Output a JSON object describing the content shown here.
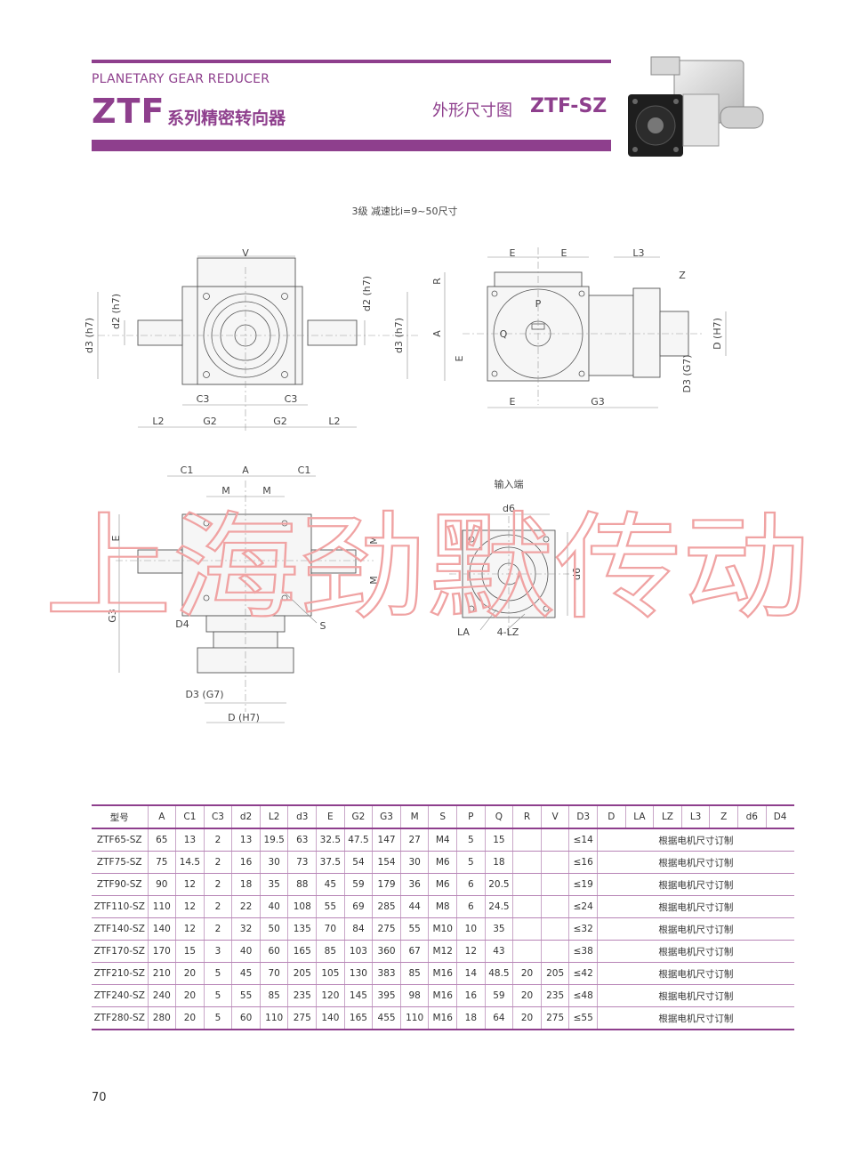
{
  "header": {
    "series_en": "PLANETARY GEAR REDUCER",
    "series_code": "ZTF",
    "series_cn": "系列精密转向器",
    "drawing_label": "外形尺寸图",
    "drawing_model": "ZTF-SZ"
  },
  "drawings": {
    "stage_note": "3级  减速比i=9~50尺寸",
    "input_end_label": "输入端",
    "dims": {
      "V": "V",
      "E": "E",
      "L3": "L3",
      "R": "R",
      "Z": "Z",
      "P": "P",
      "Q": "Q",
      "A": "A",
      "d2h7": "d2 (h7)",
      "d3h7": "d3 (h7)",
      "DH7": "D (H7)",
      "D3G7": "D3 (G7)",
      "C3": "C3",
      "L2": "L2",
      "G2": "G2",
      "G3": "G3",
      "C1": "C1",
      "M": "M",
      "S": "S",
      "D4": "D4",
      "D3G7b": "D3 (G7)",
      "DH7b": "D (H7)",
      "d6": "d6",
      "LA": "LA",
      "LZ4": "4-LZ"
    }
  },
  "watermark": "上海劲默传动",
  "table": {
    "headers": [
      "型号",
      "A",
      "C1",
      "C3",
      "d2",
      "L2",
      "d3",
      "E",
      "G2",
      "G3",
      "M",
      "S",
      "P",
      "Q",
      "R",
      "V",
      "D3",
      "D",
      "LA",
      "LZ",
      "L3",
      "Z",
      "d6",
      "D4"
    ],
    "custom_note": "根据电机尺寸订制",
    "rows": [
      [
        "ZTF65-SZ",
        "65",
        "13",
        "2",
        "13",
        "19.5",
        "63",
        "32.5",
        "47.5",
        "147",
        "27",
        "M4",
        "5",
        "15",
        "",
        "",
        "≤14"
      ],
      [
        "ZTF75-SZ",
        "75",
        "14.5",
        "2",
        "16",
        "30",
        "73",
        "37.5",
        "54",
        "154",
        "30",
        "M6",
        "5",
        "18",
        "",
        "",
        "≤16"
      ],
      [
        "ZTF90-SZ",
        "90",
        "12",
        "2",
        "18",
        "35",
        "88",
        "45",
        "59",
        "179",
        "36",
        "M6",
        "6",
        "20.5",
        "",
        "",
        "≤19"
      ],
      [
        "ZTF110-SZ",
        "110",
        "12",
        "2",
        "22",
        "40",
        "108",
        "55",
        "69",
        "285",
        "44",
        "M8",
        "6",
        "24.5",
        "",
        "",
        "≤24"
      ],
      [
        "ZTF140-SZ",
        "140",
        "12",
        "2",
        "32",
        "50",
        "135",
        "70",
        "84",
        "275",
        "55",
        "M10",
        "10",
        "35",
        "",
        "",
        "≤32"
      ],
      [
        "ZTF170-SZ",
        "170",
        "15",
        "3",
        "40",
        "60",
        "165",
        "85",
        "103",
        "360",
        "67",
        "M12",
        "12",
        "43",
        "",
        "",
        "≤38"
      ],
      [
        "ZTF210-SZ",
        "210",
        "20",
        "5",
        "45",
        "70",
        "205",
        "105",
        "130",
        "383",
        "85",
        "M16",
        "14",
        "48.5",
        "20",
        "205",
        "≤42"
      ],
      [
        "ZTF240-SZ",
        "240",
        "20",
        "5",
        "55",
        "85",
        "235",
        "120",
        "145",
        "395",
        "98",
        "M16",
        "16",
        "59",
        "20",
        "235",
        "≤48"
      ],
      [
        "ZTF280-SZ",
        "280",
        "20",
        "5",
        "60",
        "110",
        "275",
        "140",
        "165",
        "455",
        "110",
        "M16",
        "18",
        "64",
        "20",
        "275",
        "≤55"
      ]
    ]
  },
  "page_number": "70",
  "colors": {
    "brand": "#8e3f8d",
    "watermark": "#f0a3a3",
    "rule": "#b784b6"
  }
}
